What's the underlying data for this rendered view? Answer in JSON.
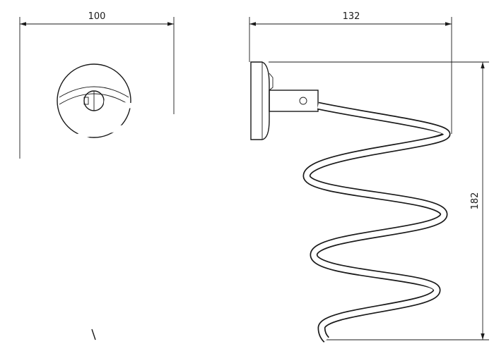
{
  "dimensions": {
    "front_width": "100",
    "side_width": "132",
    "side_height": "182"
  },
  "colors": {
    "stroke": "#1a1a1a",
    "background": "#ffffff"
  }
}
